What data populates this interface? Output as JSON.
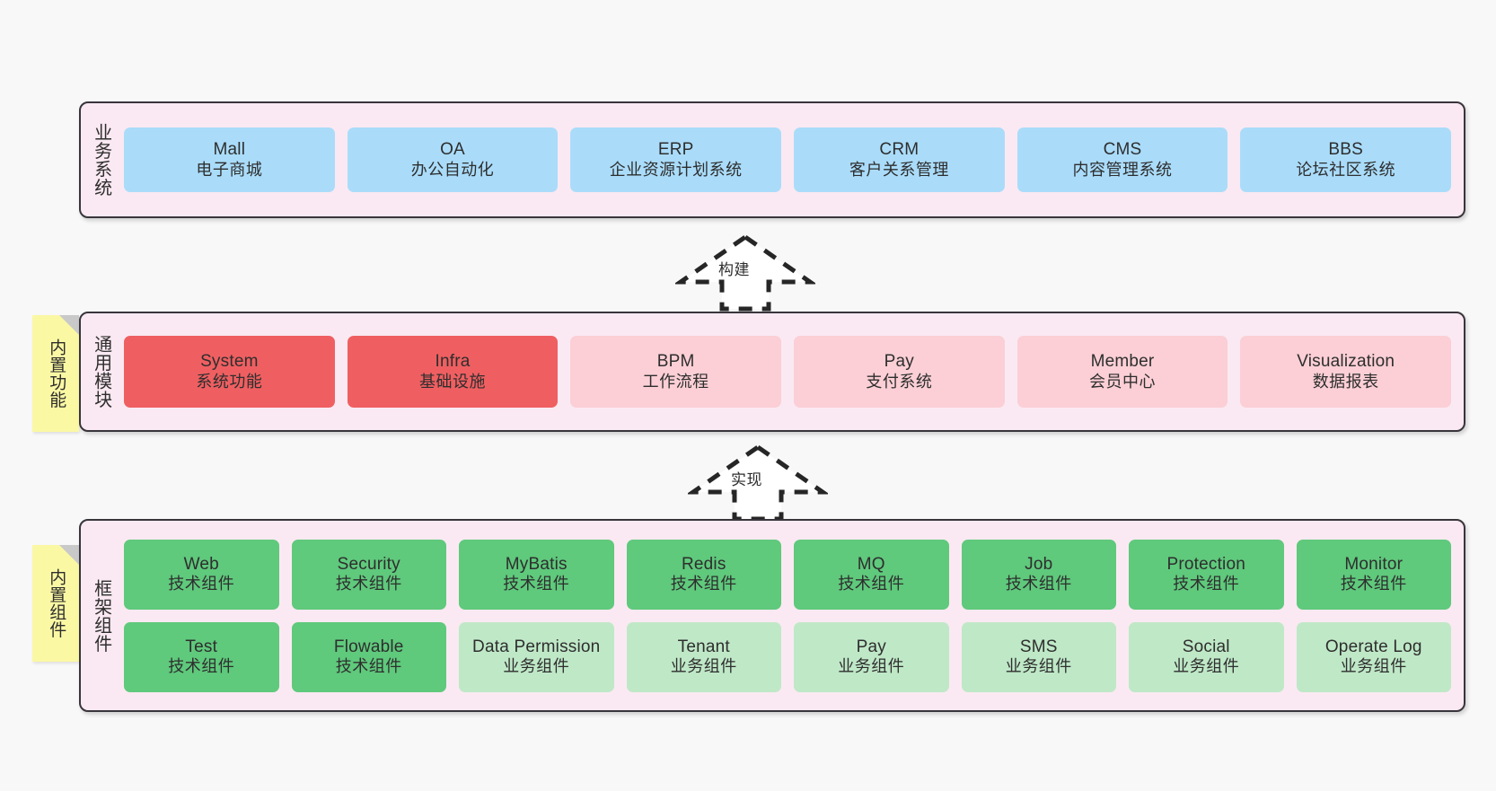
{
  "page": {
    "background_color": "#f8f8f8",
    "panel_fill": "#fae9f2",
    "panel_border": "#38353b",
    "sticky_fill": "#fbf8a4",
    "sticky_fold": "#c9c9c9"
  },
  "business_layer": {
    "title": "业务系统",
    "accent": "#aadcfa",
    "cards": [
      {
        "en": "Mall",
        "cn": "电子商城"
      },
      {
        "en": "OA",
        "cn": "办公自动化"
      },
      {
        "en": "ERP",
        "cn": "企业资源计划系统"
      },
      {
        "en": "CRM",
        "cn": "客户关系管理"
      },
      {
        "en": "CMS",
        "cn": "内容管理系统"
      },
      {
        "en": "BBS",
        "cn": "论坛社区系统"
      }
    ]
  },
  "arrow_build": {
    "label": "构建"
  },
  "common_layer": {
    "title": "通用模块",
    "sticky": "内置功能",
    "accent_primary": "#ef5f61",
    "accent_secondary": "#fbcfd5",
    "cards": [
      {
        "en": "System",
        "cn": "系统功能",
        "variant": "red"
      },
      {
        "en": "Infra",
        "cn": "基础设施",
        "variant": "red"
      },
      {
        "en": "BPM",
        "cn": "工作流程",
        "variant": "pink"
      },
      {
        "en": "Pay",
        "cn": "支付系统",
        "variant": "pink"
      },
      {
        "en": "Member",
        "cn": "会员中心",
        "variant": "pink"
      },
      {
        "en": "Visualization",
        "cn": "数据报表",
        "variant": "pink"
      }
    ]
  },
  "arrow_impl": {
    "label": "实现"
  },
  "framework_layer": {
    "title": "框架组件",
    "sticky": "内置组件",
    "accent_primary": "#5fc97c",
    "accent_secondary": "#bfe8c7",
    "row1": [
      {
        "en": "Web",
        "cn": "技术组件",
        "variant": "green"
      },
      {
        "en": "Security",
        "cn": "技术组件",
        "variant": "green"
      },
      {
        "en": "MyBatis",
        "cn": "技术组件",
        "variant": "green"
      },
      {
        "en": "Redis",
        "cn": "技术组件",
        "variant": "green"
      },
      {
        "en": "MQ",
        "cn": "技术组件",
        "variant": "green"
      },
      {
        "en": "Job",
        "cn": "技术组件",
        "variant": "green"
      },
      {
        "en": "Protection",
        "cn": "技术组件",
        "variant": "green"
      },
      {
        "en": "Monitor",
        "cn": "技术组件",
        "variant": "green"
      }
    ],
    "row2": [
      {
        "en": "Test",
        "cn": "技术组件",
        "variant": "green"
      },
      {
        "en": "Flowable",
        "cn": "技术组件",
        "variant": "green"
      },
      {
        "en": "Data Permission",
        "cn": "业务组件",
        "variant": "lgreen"
      },
      {
        "en": "Tenant",
        "cn": "业务组件",
        "variant": "lgreen"
      },
      {
        "en": "Pay",
        "cn": "业务组件",
        "variant": "lgreen"
      },
      {
        "en": "SMS",
        "cn": "业务组件",
        "variant": "lgreen"
      },
      {
        "en": "Social",
        "cn": "业务组件",
        "variant": "lgreen"
      },
      {
        "en": "Operate Log",
        "cn": "业务组件",
        "variant": "lgreen"
      }
    ]
  }
}
